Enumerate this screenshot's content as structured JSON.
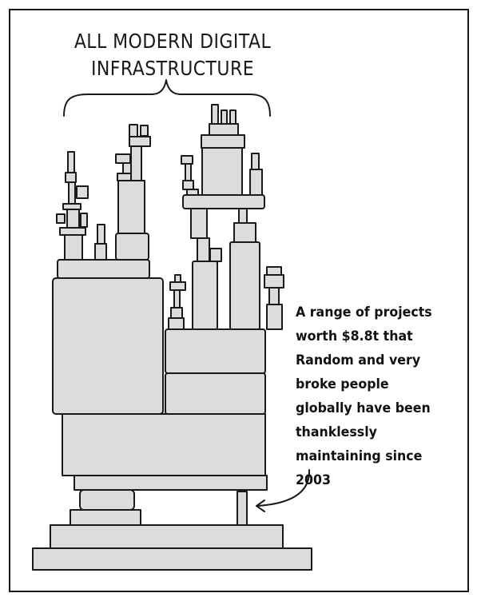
{
  "comic": {
    "title_lines": [
      "ALL MODERN DIGITAL",
      "INFRASTRUCTURE"
    ],
    "caption_lines": [
      "A range of projects",
      "worth $8.8t that",
      "Random and very",
      "broke people",
      "globally have been",
      "thanklessly",
      "maintaining since",
      "2003"
    ]
  },
  "colors": {
    "block_fill": "#dcdcdc",
    "ink": "#1a1a1a",
    "background": "#ffffff"
  }
}
